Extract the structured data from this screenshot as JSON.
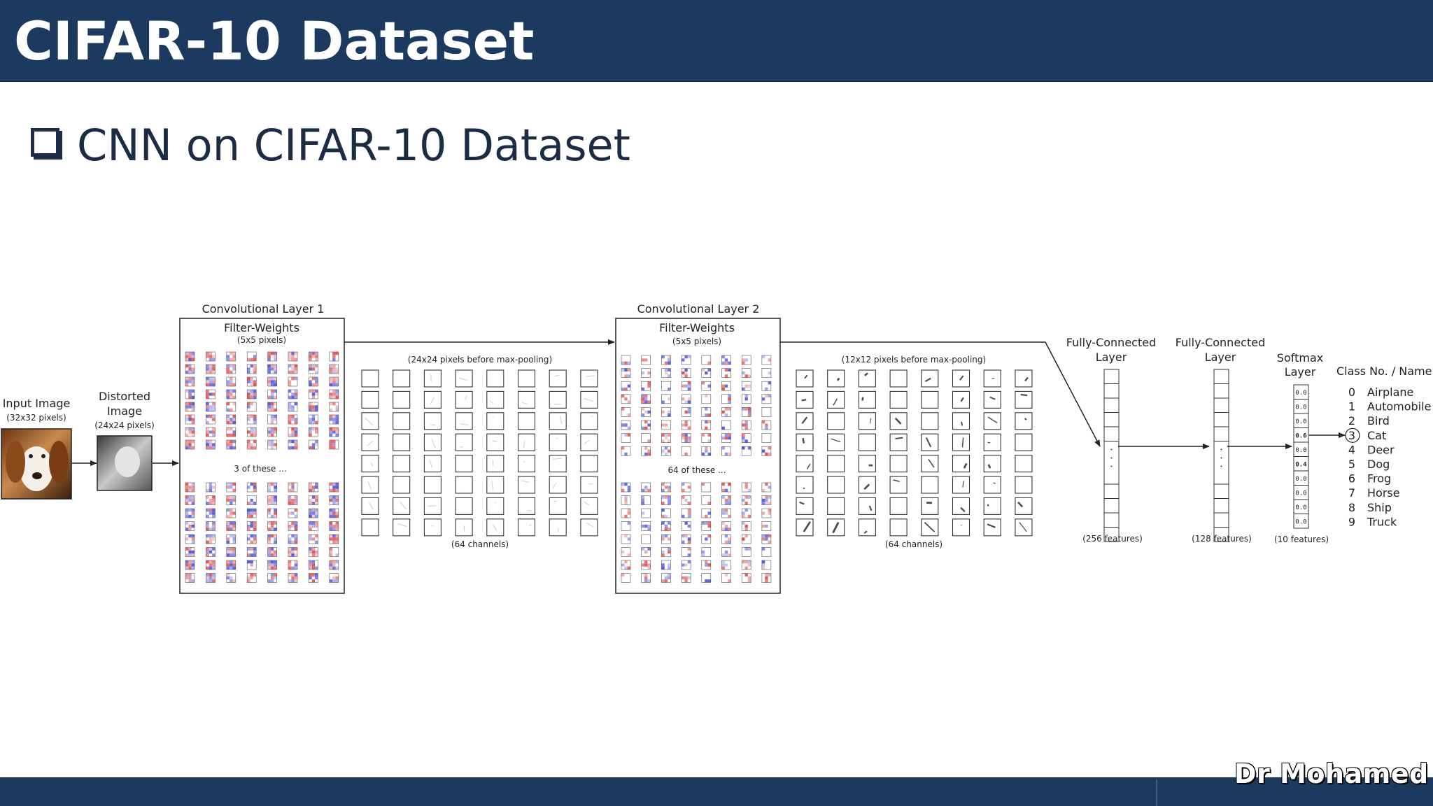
{
  "slide": {
    "title": "CIFAR-10 Dataset",
    "subtitle": "CNN on CIFAR-10 Dataset",
    "author": "Dr Mohamed"
  },
  "diagram": {
    "input": {
      "label": "Input Image",
      "size": "(32x32 pixels)"
    },
    "distorted": {
      "label_line1": "Distorted",
      "label_line2": "Image",
      "size": "(24x24 pixels)"
    },
    "conv1": {
      "title": "Convolutional Layer 1",
      "filter_label": "Filter-Weights",
      "filter_size": "(5x5 pixels)",
      "repeat_note": "3 of these ...",
      "output_note": "(24x24 pixels before max-pooling)",
      "channels": "(64 channels)"
    },
    "conv2": {
      "title": "Convolutional Layer 2",
      "filter_label": "Filter-Weights",
      "filter_size": "(5x5 pixels)",
      "repeat_note": "64 of these ...",
      "output_note": "(12x12 pixels before max-pooling)",
      "channels": "(64 channels)"
    },
    "fc1": {
      "line1": "Fully-Connected",
      "line2": "Layer",
      "features": "(256 features)"
    },
    "fc2": {
      "line1": "Fully-Connected",
      "line2": "Layer",
      "features": "(128 features)"
    },
    "softmax": {
      "line1": "Softmax",
      "line2": "Layer",
      "features": "(10 features)",
      "values": [
        "0.0",
        "0.0",
        "0.0",
        "0.6",
        "0.0",
        "0.4",
        "0.0",
        "0.0",
        "0.0",
        "0.0"
      ]
    },
    "classes": {
      "header": "Class No. / Name",
      "highlighted_index": 3,
      "items": [
        {
          "no": "0",
          "name": "Airplane"
        },
        {
          "no": "1",
          "name": "Automobile"
        },
        {
          "no": "2",
          "name": "Bird"
        },
        {
          "no": "3",
          "name": "Cat"
        },
        {
          "no": "4",
          "name": "Deer"
        },
        {
          "no": "5",
          "name": "Dog"
        },
        {
          "no": "6",
          "name": "Frog"
        },
        {
          "no": "7",
          "name": "Horse"
        },
        {
          "no": "8",
          "name": "Ship"
        },
        {
          "no": "9",
          "name": "Truck"
        }
      ]
    }
  },
  "colors": {
    "title_bar": "#1c3a60",
    "text_dark": "#1c2c44",
    "diagram_line": "#333333",
    "filter_red": "#d9383a",
    "filter_blue": "#3b3fd0"
  }
}
